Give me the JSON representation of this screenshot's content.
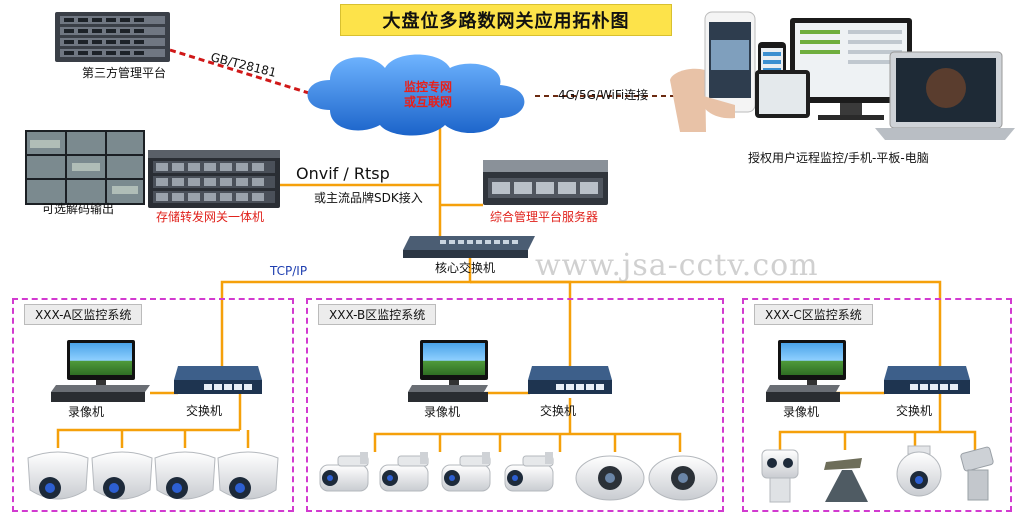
{
  "title": "大盘位多路数网关应用拓朴图",
  "watermark": "www.jsa-cctv.com",
  "top": {
    "third_party_platform": "第三方管理平台",
    "protocol_gb": "GB/T28181",
    "cloud_text": "监控专网\n或互联网",
    "wireless_label": "4G/5G/WiFi连接",
    "remote_label": "授权用户远程监控/手机-平板-电脑",
    "decode_output": "可选解码输出",
    "storage_gateway": "存储转发网关一体机",
    "protocol_onvif": "Onvif / Rtsp",
    "protocol_sdk": "或主流品牌SDK接入",
    "mgmt_server": "综合管理平台服务器",
    "core_switch": "核心交换机",
    "tcpip": "TCP/IP"
  },
  "zones": [
    {
      "name": "XXX-A区监控系统",
      "recorder": "录像机",
      "switch": "交换机"
    },
    {
      "name": "XXX-B区监控系统",
      "recorder": "录像机",
      "switch": "交换机"
    },
    {
      "name": "XXX-C区监控系统",
      "recorder": "录像机",
      "switch": "交换机"
    }
  ],
  "colors": {
    "link_orange": "#f5a00a",
    "link_red_dashed": "#d01818",
    "zone_border": "#d23ad0",
    "cloud_blue": "#2e7be0",
    "title_bg": "#fde34a",
    "label_red": "#e0201a"
  },
  "icons": [
    "rack-server-icon",
    "video-wall-icon",
    "cloud-icon",
    "phone-icon",
    "tablet-icon",
    "monitor-icon",
    "laptop-icon",
    "switch-icon",
    "dvr-icon",
    "dome-camera-icon",
    "bullet-camera-icon",
    "ptz-camera-icon"
  ]
}
